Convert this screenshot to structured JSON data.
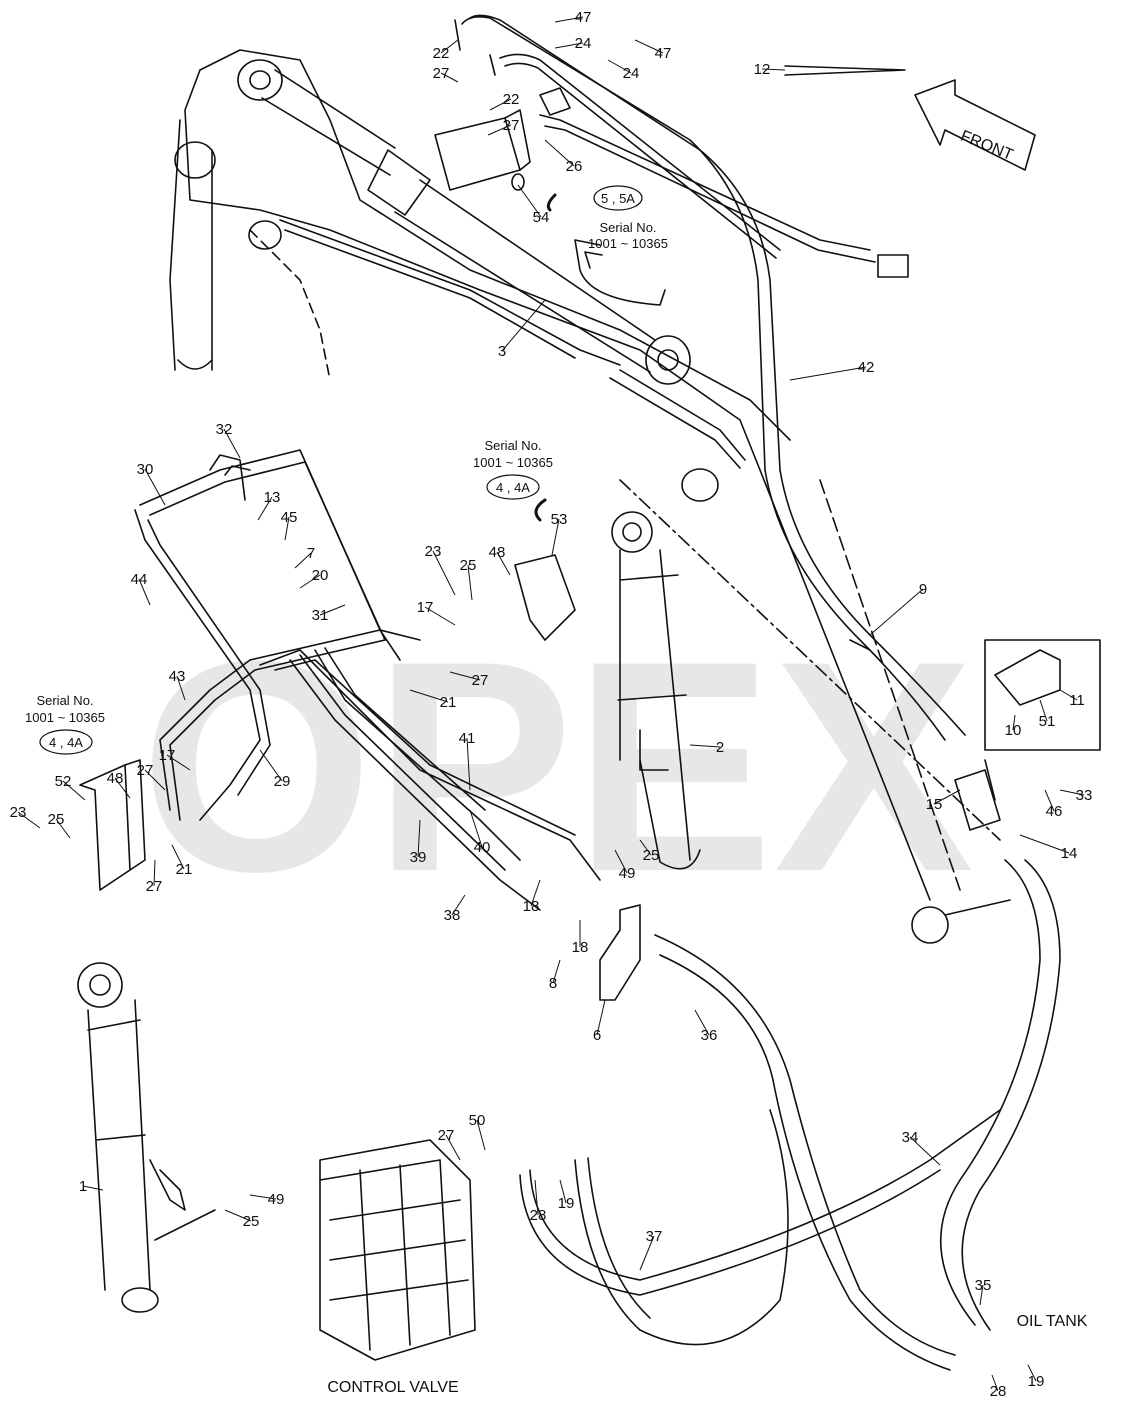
{
  "diagram": {
    "watermark": "OPEX",
    "front_label": "FRONT",
    "captions": {
      "control_valve": "CONTROL VALVE",
      "oil_tank": "OIL TANK"
    },
    "serial_notes": [
      {
        "id": "upper",
        "serial": "Serial No.",
        "range": "1001 ~ 10365",
        "ref": "5 , 5A"
      },
      {
        "id": "middle",
        "serial": "Serial No.",
        "range": "1001 ~ 10365",
        "ref": "4 , 4A"
      },
      {
        "id": "left",
        "serial": "Serial No.",
        "range": "1001 ~ 10365",
        "ref": "4 , 4A"
      }
    ],
    "part_labels": [
      "47",
      "47",
      "24",
      "24",
      "22",
      "27",
      "22",
      "27",
      "26",
      "54",
      "12",
      "3",
      "42",
      "32",
      "30",
      "13",
      "45",
      "7",
      "20",
      "44",
      "31",
      "23",
      "25",
      "48",
      "53",
      "17",
      "27",
      "21",
      "43",
      "9",
      "10",
      "51",
      "11",
      "41",
      "2",
      "29",
      "17",
      "27",
      "48",
      "52",
      "23",
      "25",
      "21",
      "27",
      "39",
      "40",
      "18",
      "18",
      "38",
      "8",
      "6",
      "36",
      "25",
      "49",
      "15",
      "46",
      "33",
      "14",
      "1",
      "49",
      "25",
      "27",
      "50",
      "28",
      "19",
      "34",
      "37",
      "35",
      "28",
      "19"
    ]
  }
}
